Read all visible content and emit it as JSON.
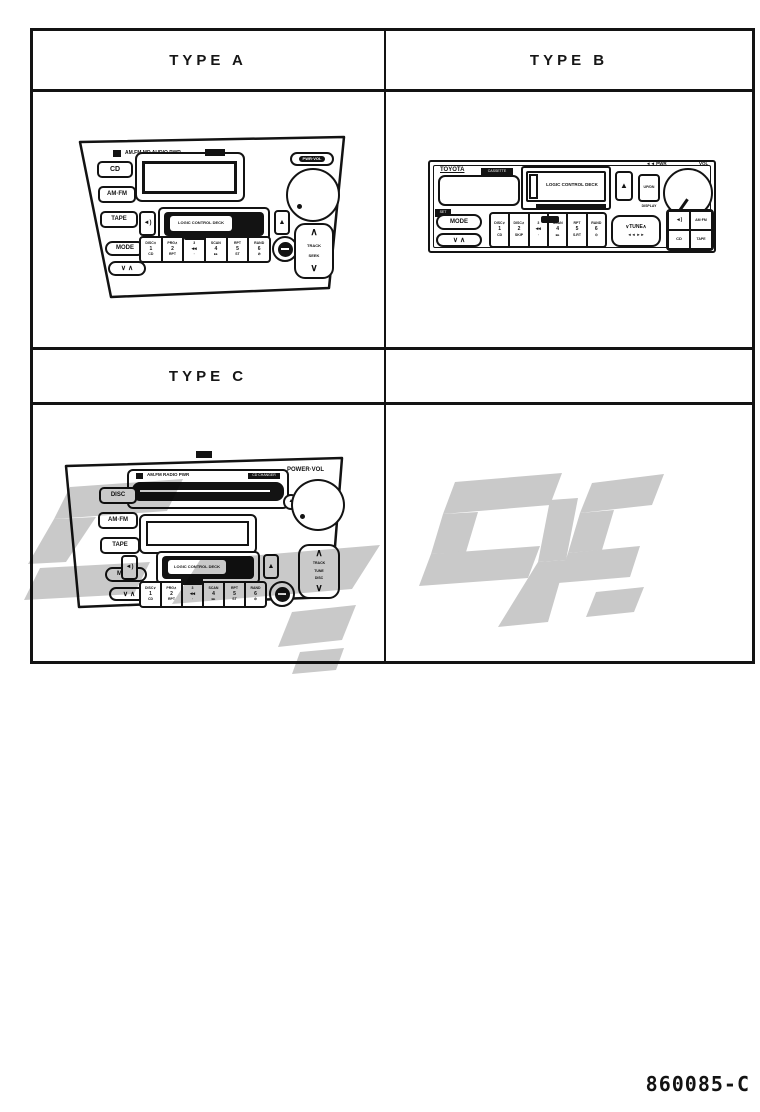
{
  "colors": {
    "line": "#131313",
    "watermark": "#c9c9c9"
  },
  "footer": {
    "part_number": "860085-C"
  },
  "table": {
    "header_a": "TYPE A",
    "header_b": "TYPE B",
    "header_c": "TYPE C"
  },
  "radio_a": {
    "brand": "AM.FM MD AUDIO PWR",
    "btn_cd": "CD",
    "btn_amfm": "AM·FM",
    "btn_tape": "TAPE",
    "btn_mode": "MODE",
    "btn_updown": "∨  ∧",
    "pwr_vol": "PWR·VOL",
    "deck": "LOGIC CONTROL DECK",
    "mute": "◄)",
    "eject": "▲",
    "disc_btn": "–",
    "rocker_up": "∧",
    "rocker_mid1": "TRACK",
    "rocker_mid2": "SEEK",
    "rocker_down": "∨",
    "presets": [
      {
        "l1": "DISC∨",
        "l2": "1",
        "l3": "CD"
      },
      {
        "l1": "PRG∧",
        "l2": "2",
        "l3": "RPT"
      },
      {
        "l1": "3",
        "l2": "◂◂",
        "l3": "·"
      },
      {
        "l1": "SCAN",
        "l2": "4",
        "l3": "▸▸"
      },
      {
        "l1": "RPT",
        "l2": "5",
        "l3": "ST"
      },
      {
        "l1": "RAND",
        "l2": "6",
        "l3": "⊘"
      }
    ]
  },
  "radio_b": {
    "brand": "TOYOTA",
    "badge": "CASSETTE",
    "set_badge": "SET",
    "deck": "LOGIC CONTROL DECK",
    "eject": "▲",
    "updn": "UP/DN",
    "updn_caption": "DISPLAY",
    "pwr": "◄◄ PWR",
    "vol": "VOL",
    "btn_mode": "MODE",
    "btn_updown": "∨  ∧",
    "tune": "∨TUNE∧",
    "tune_sub": "◄◄   ►►",
    "grid": [
      {
        "label": "◄)"
      },
      {
        "label": "AM·FM"
      },
      {
        "label": "CD"
      },
      {
        "label": "TAPE"
      }
    ],
    "presets": [
      {
        "l1": "DISC∨",
        "l2": "1",
        "l3": "CD"
      },
      {
        "l1": "DISC∧",
        "l2": "2",
        "l3": "SKIP"
      },
      {
        "l1": "3",
        "l2": "◂◂",
        "l3": "·"
      },
      {
        "l1": "SCAN",
        "l2": "4",
        "l3": "▸▸"
      },
      {
        "l1": "RPT",
        "l2": "5",
        "l3": "S.RT"
      },
      {
        "l1": "RAND",
        "l2": "6",
        "l3": "⊙"
      }
    ]
  },
  "radio_c": {
    "brand": "AM.FM RADIO PWR",
    "badge": "CD CHANGER",
    "power_vol": "POWER·VOL",
    "btn_disc": "DISC",
    "btn_amfm": "AM·FM",
    "btn_tape": "TAPE",
    "btn_mode": "MODE",
    "btn_updown": "∨  ∧",
    "deck": "LOGIC CONTROL DECK",
    "mute": "◄)",
    "eject": "▲",
    "eject_cd": "▲",
    "disc_btn": "–",
    "rocker_up": "∧",
    "rocker_mid1": "TRACK",
    "rocker_mid2": "TUNE",
    "rocker_mid3": "DISC",
    "rocker_down": "∨",
    "presets": [
      {
        "l1": "DISC∨",
        "l2": "1",
        "l3": "CD"
      },
      {
        "l1": "PRG∧",
        "l2": "2",
        "l3": "RPT"
      },
      {
        "l1": "3",
        "l2": "◂◂",
        "l3": "·"
      },
      {
        "l1": "SCAN",
        "l2": "4",
        "l3": "▸▸"
      },
      {
        "l1": "RPT",
        "l2": "5",
        "l3": "ST"
      },
      {
        "l1": "RAND",
        "l2": "6",
        "l3": "⊘"
      }
    ]
  }
}
